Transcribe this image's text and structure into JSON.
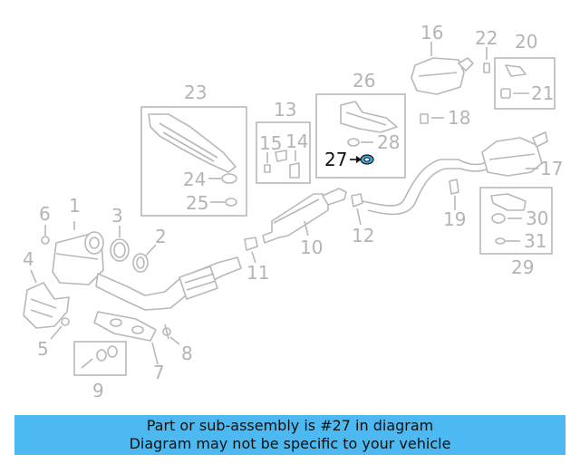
{
  "diagram": {
    "callouts": [
      "1",
      "2",
      "3",
      "4",
      "5",
      "6",
      "7",
      "8",
      "9",
      "10",
      "11",
      "12",
      "13",
      "14",
      "15",
      "16",
      "17",
      "18",
      "19",
      "20",
      "21",
      "22",
      "23",
      "24",
      "25",
      "26",
      "27",
      "28",
      "29",
      "30",
      "31"
    ],
    "highlighted_callout": "27",
    "highlight_color": "#2a8fd6",
    "muted_color": "#b4b4b4"
  },
  "banner": {
    "line1": "Part or sub-assembly is #27 in diagram",
    "line2": "Diagram may not be specific to your vehicle",
    "background": "#4cb9f2"
  }
}
